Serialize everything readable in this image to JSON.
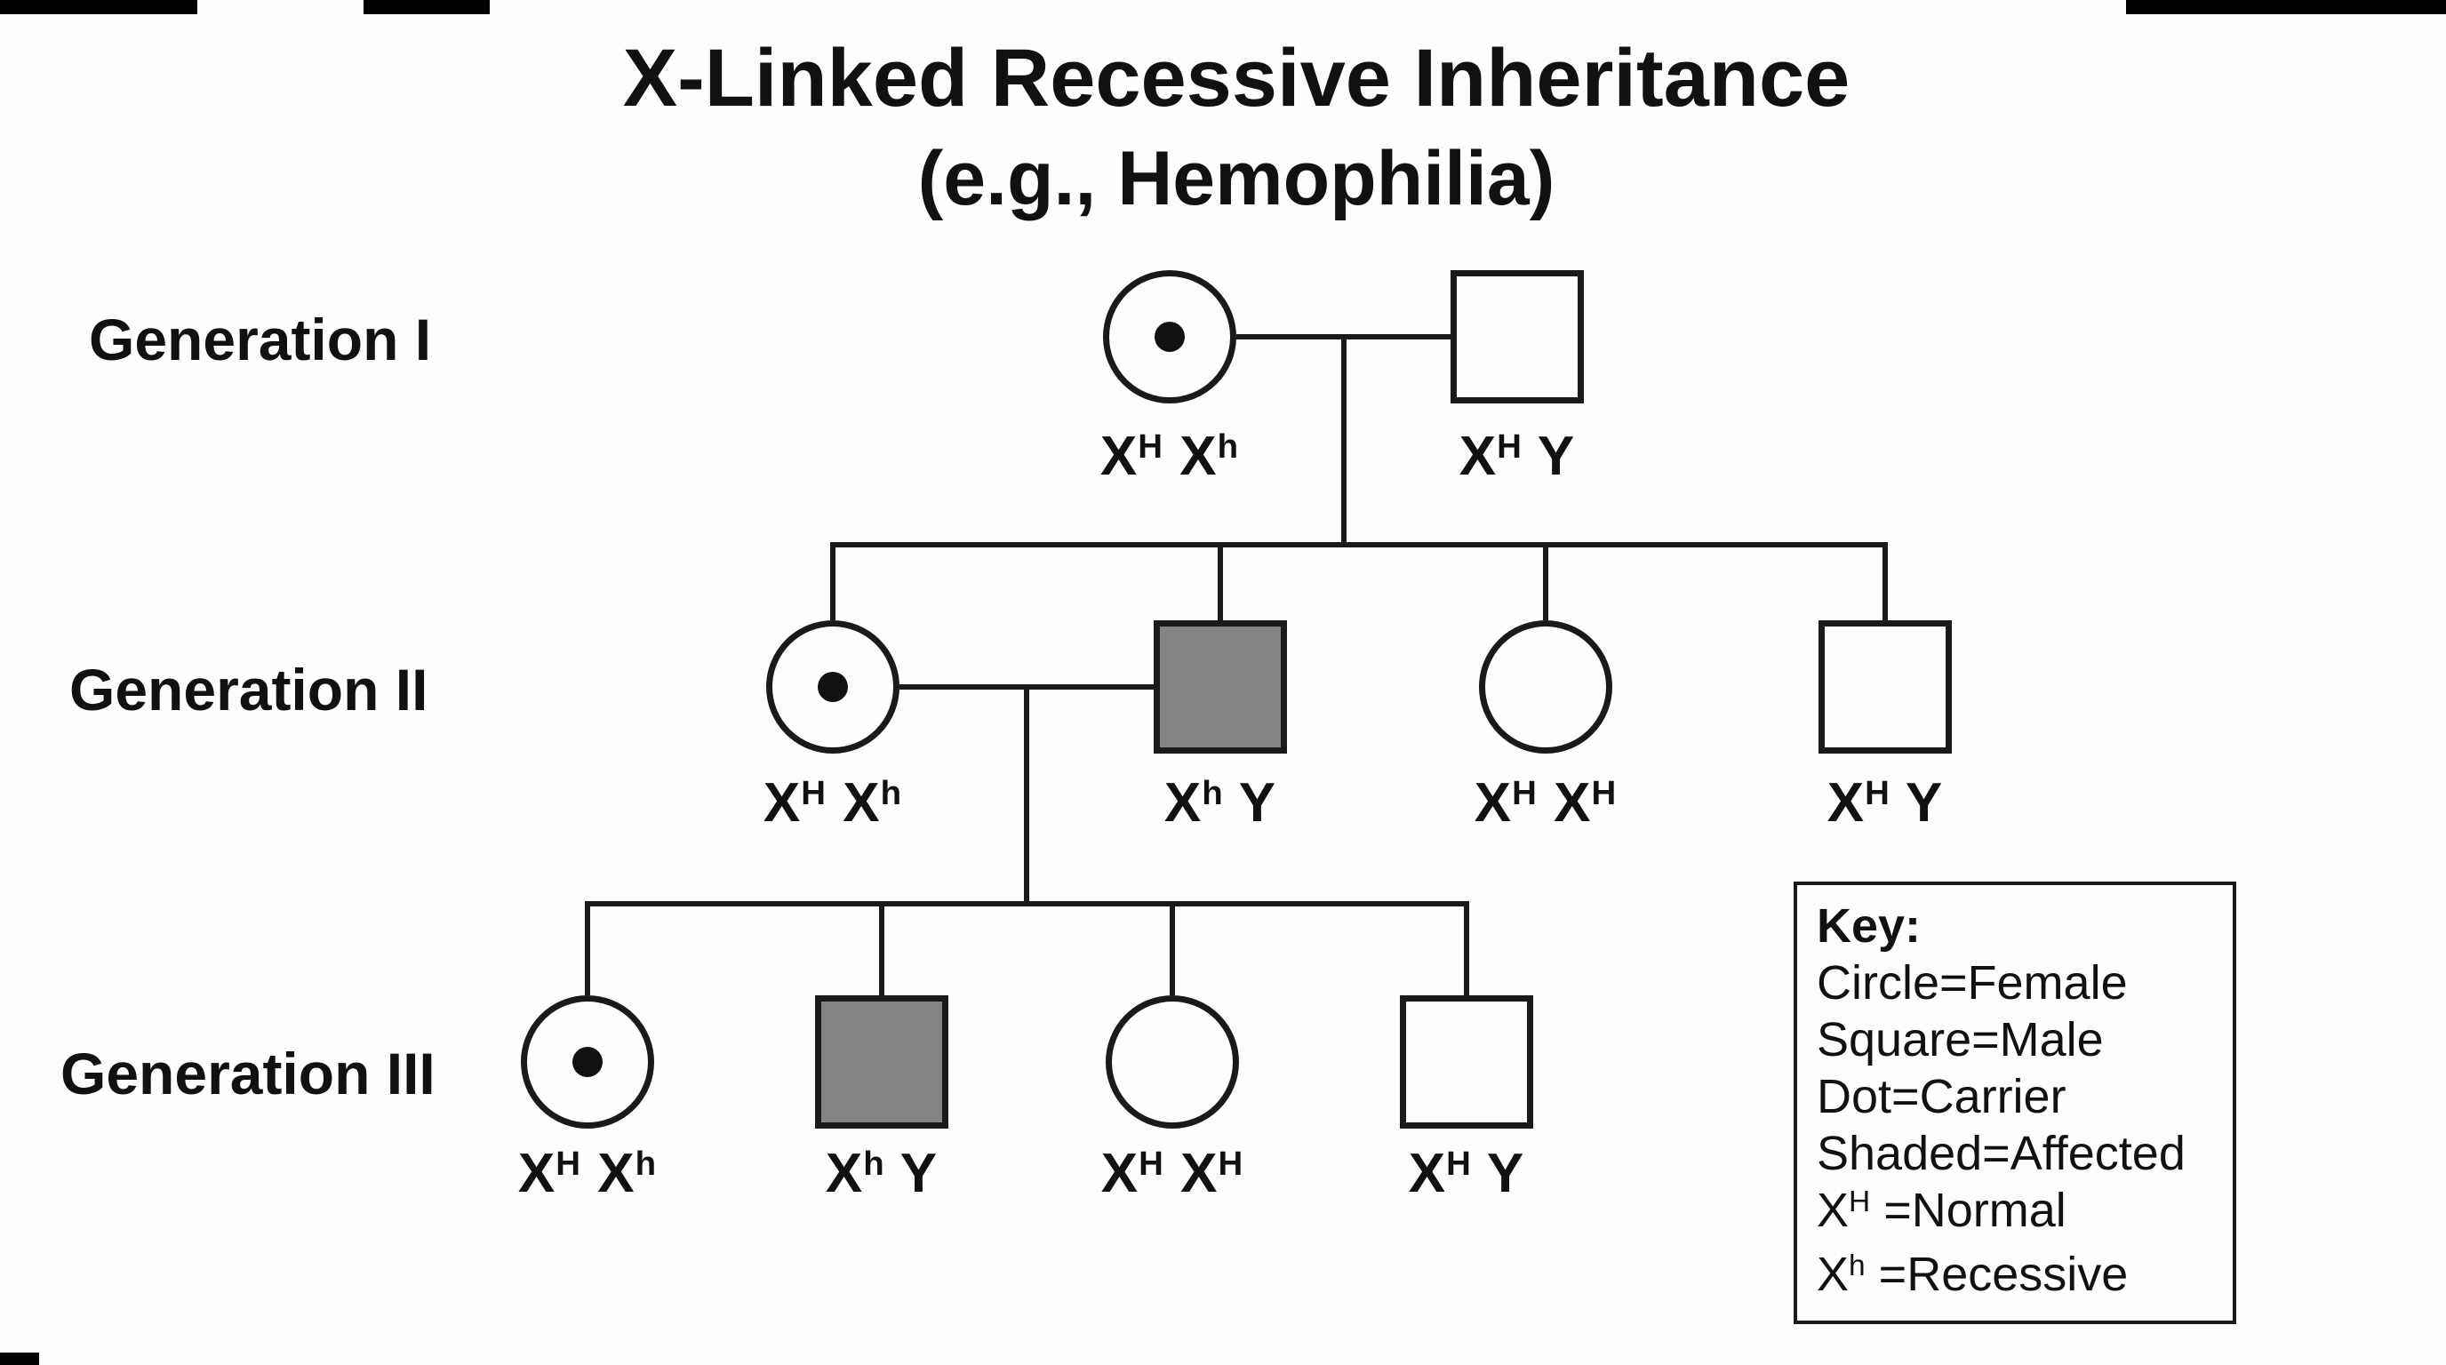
{
  "title": {
    "line1": "X-Linked Recessive Inheritance",
    "line2": "(e.g., Hemophilia)"
  },
  "generations": [
    {
      "label": "Generation I",
      "members": [
        {
          "id": "I-1",
          "sex": "female",
          "carrier": true,
          "affected": false,
          "genotype": [
            {
              "base": "X",
              "sup": "H"
            },
            {
              "base": "X",
              "sup": "h"
            }
          ]
        },
        {
          "id": "I-2",
          "sex": "male",
          "carrier": false,
          "affected": false,
          "genotype": [
            {
              "base": "X",
              "sup": "H"
            },
            {
              "base": "Y",
              "sup": ""
            }
          ]
        }
      ]
    },
    {
      "label": "Generation II",
      "members": [
        {
          "id": "II-1",
          "sex": "female",
          "carrier": true,
          "affected": false,
          "genotype": [
            {
              "base": "X",
              "sup": "H"
            },
            {
              "base": "X",
              "sup": "h"
            }
          ]
        },
        {
          "id": "II-2",
          "sex": "male",
          "carrier": false,
          "affected": true,
          "genotype": [
            {
              "base": "X",
              "sup": "h"
            },
            {
              "base": "Y",
              "sup": ""
            }
          ]
        },
        {
          "id": "II-3",
          "sex": "female",
          "carrier": false,
          "affected": false,
          "genotype": [
            {
              "base": "X",
              "sup": "H"
            },
            {
              "base": "X",
              "sup": "H"
            }
          ]
        },
        {
          "id": "II-4",
          "sex": "male",
          "carrier": false,
          "affected": false,
          "genotype": [
            {
              "base": "X",
              "sup": "H"
            },
            {
              "base": "Y",
              "sup": ""
            }
          ]
        }
      ]
    },
    {
      "label": "Generation III",
      "members": [
        {
          "id": "III-1",
          "sex": "female",
          "carrier": true,
          "affected": false,
          "genotype": [
            {
              "base": "X",
              "sup": "H"
            },
            {
              "base": "X",
              "sup": "h"
            }
          ]
        },
        {
          "id": "III-2",
          "sex": "male",
          "carrier": false,
          "affected": true,
          "genotype": [
            {
              "base": "X",
              "sup": "h"
            },
            {
              "base": "Y",
              "sup": ""
            }
          ]
        },
        {
          "id": "III-3",
          "sex": "female",
          "carrier": false,
          "affected": false,
          "genotype": [
            {
              "base": "X",
              "sup": "H"
            },
            {
              "base": "X",
              "sup": "H"
            }
          ]
        },
        {
          "id": "III-4",
          "sex": "male",
          "carrier": false,
          "affected": false,
          "genotype": [
            {
              "base": "X",
              "sup": "H"
            },
            {
              "base": "Y",
              "sup": ""
            }
          ]
        }
      ]
    }
  ],
  "key": {
    "title": "Key:",
    "entries": [
      "Circle=Female",
      "Square=Male",
      "Dot=Carrier",
      "Shaded=Affected"
    ],
    "allele_entries": [
      {
        "base": "X",
        "sup": "H",
        "label": " =Normal"
      },
      {
        "base": "X",
        "sup": "h",
        "label": " =Recessive"
      }
    ]
  },
  "colors": {
    "line": "#1a1a1a",
    "affected_fill": "#858585",
    "background": "#fdfdfd"
  }
}
